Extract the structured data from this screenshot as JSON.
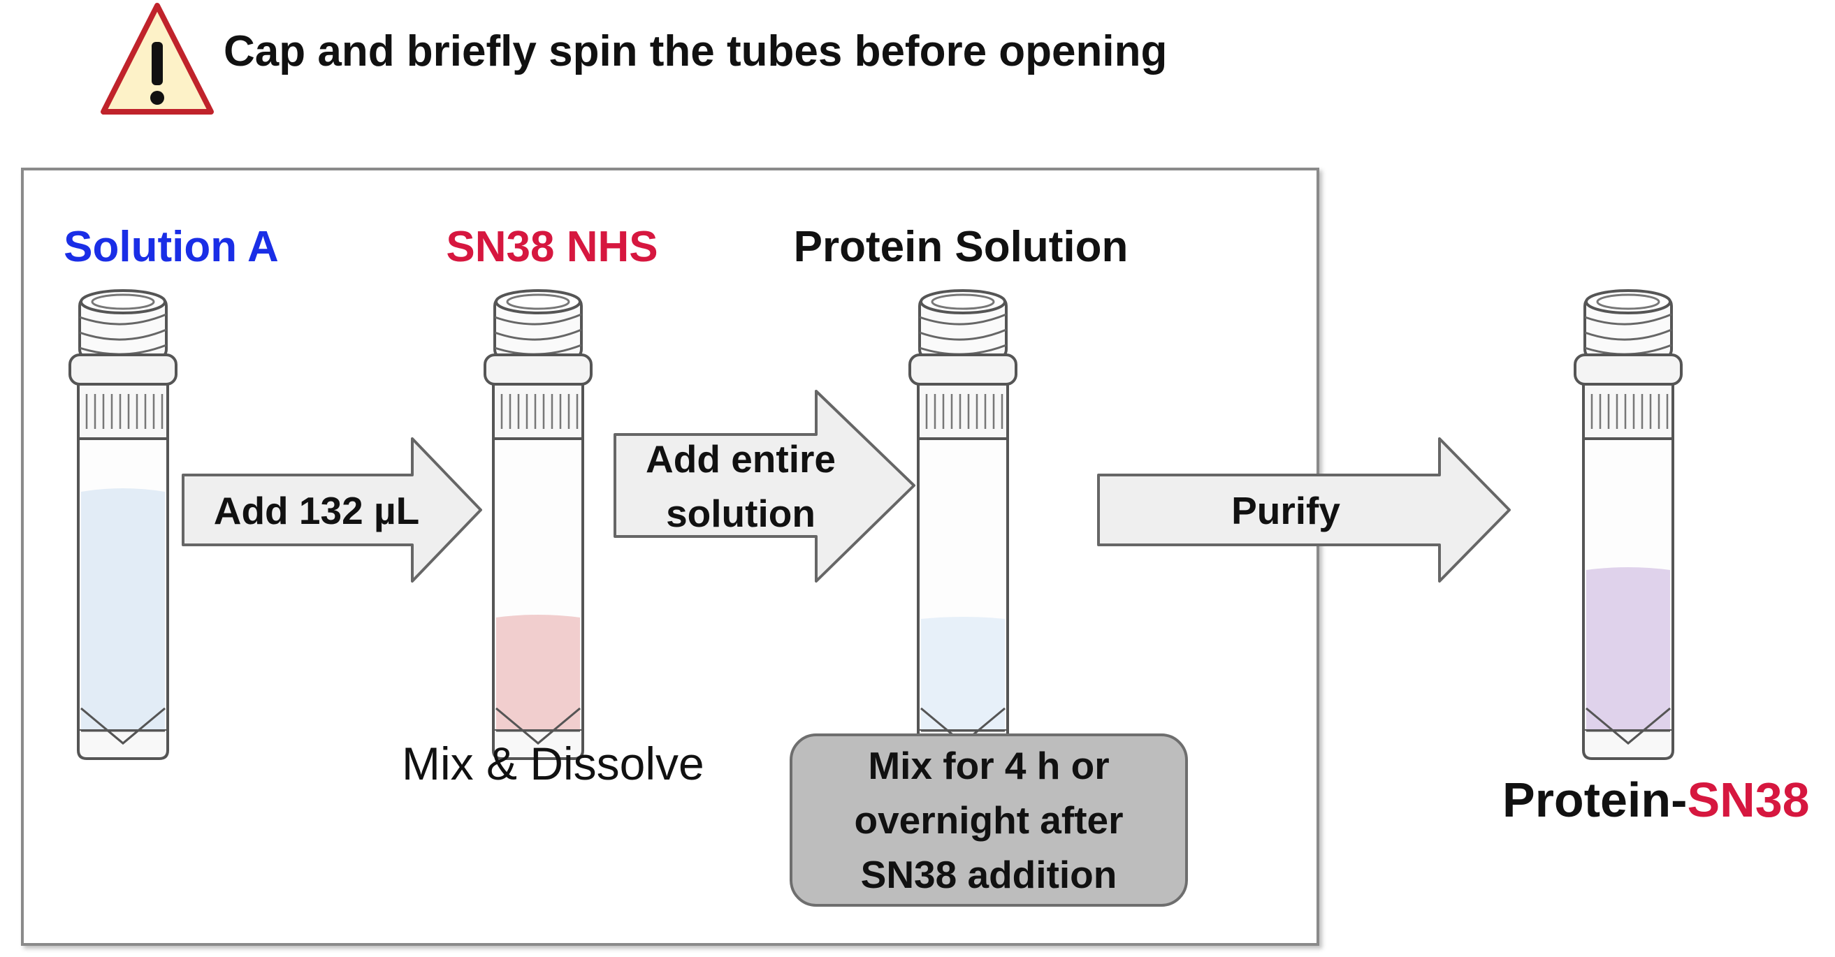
{
  "warning": {
    "text": "Cap and briefly spin the tubes before opening",
    "icon": "warning-triangle-icon"
  },
  "colors": {
    "blue": "#1a2ee6",
    "red": "#d6173f",
    "black": "#111111",
    "liquid_a": "#dde9f5",
    "liquid_sn38": "#f0c9c9",
    "liquid_protein": "#e4eef8",
    "liquid_product": "#ddd0ea"
  },
  "tubes": [
    {
      "label": "Solution A",
      "color": "blue"
    },
    {
      "label": "SN38 NHS",
      "color": "red"
    },
    {
      "label": "Protein Solution",
      "color": "black"
    },
    {
      "label": ""
    }
  ],
  "arrows": [
    {
      "lines": [
        "Add 132 µL"
      ]
    },
    {
      "lines": [
        "Add entire",
        "solution"
      ]
    },
    {
      "lines": [
        "Purify"
      ]
    }
  ],
  "mix_label": "Mix & Dissolve",
  "note": {
    "lines": [
      "Mix for 4 h or",
      "overnight after",
      "SN38 addition"
    ]
  },
  "product": {
    "part1": "Protein-",
    "part2": "SN38"
  }
}
